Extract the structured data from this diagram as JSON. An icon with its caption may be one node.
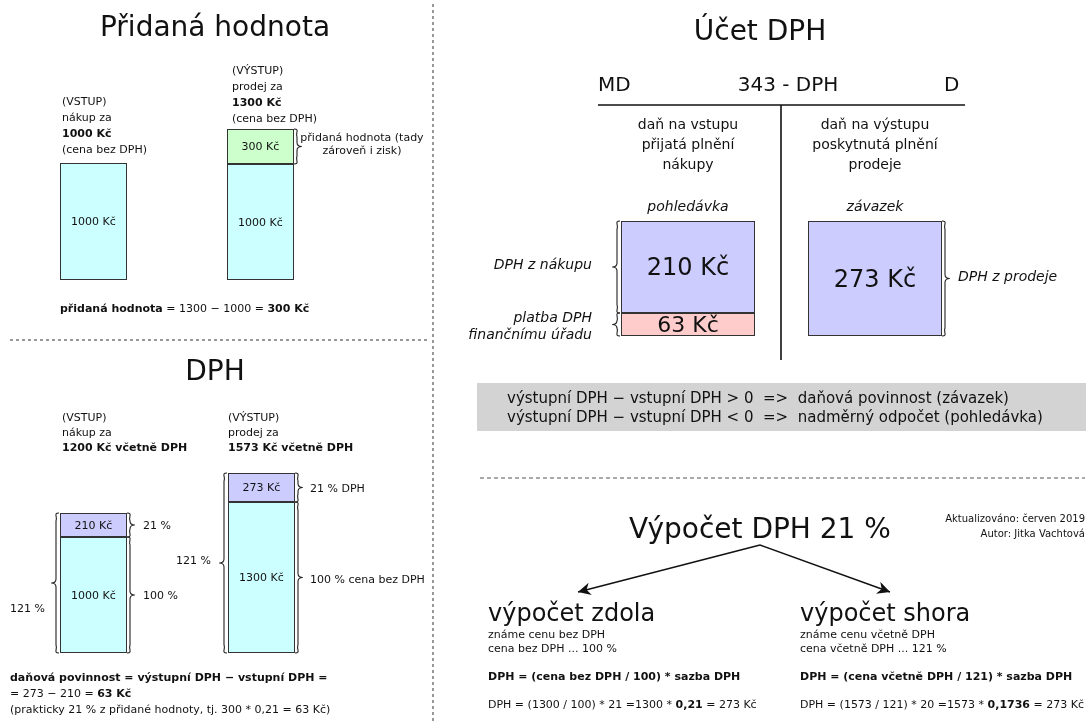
{
  "diagram": {
    "nodes": [
      {
        "text": [
          "1000 Kč"
        ]
      },
      {
        "text": [
          "300 Kč"
        ],
        "beside": [
          "přidaná hodnota (tady zároveň i zisk)"
        ]
      },
      {
        "text": [
          "1000 Kč"
        ]
      },
      {
        "text": [
          "210 Kč"
        ],
        "beside": [
          "21 %"
        ]
      },
      {
        "text": [
          "1000 Kč"
        ],
        "beside": [
          "100 %"
        ]
      },
      {
        "text": [
          "273 Kč"
        ],
        "beside": [
          "21 % DPH"
        ]
      },
      {
        "text": [
          "1300 Kč"
        ],
        "beside": [
          "100 % cena bez DPH"
        ]
      },
      {
        "text": [
          "210 Kč"
        ],
        "beside": [
          "DPH z nákupu"
        ]
      },
      {
        "text": [
          "63 Kč"
        ],
        "beside": [
          "platba DPH finančnímu úřadu"
        ]
      },
      {
        "text": [
          "273 Kč"
        ],
        "beside": [
          "DPH z prodeje"
        ]
      },
      {
        "text": [
          "výstupní DPH − vstupní DPH > 0  =>  daňová povinnost (závazek)",
          "výstupní DPH − vstupní DPH < 0  =>  nadměrný odpočet (pohledávka)"
        ]
      },
      {
        "text": [
          "Výpočet DPH 21 %"
        ]
      },
      {
        "text": [
          "výpočet zdola",
          "známe cenu bez DPH",
          "cena bez DPH ... 100 %",
          "DPH = (cena bez DPH / 100) * sazba DPH",
          "DPH = (1300 / 100) * 21 =1300 * **0,21** = 273 Kč"
        ]
      },
      {
        "text": [
          "výpočet shora",
          "známe cenu včetně DPH",
          "cena včetně DPH ... 121 %",
          "DPH = (cena včetně DPH / 121) * sazba DPH",
          "DPH = (1573 / 121) * 20 =1573 * **0,1736** = 273 Kč"
        ]
      }
    ],
    "edges": [
      {
        "from": 11,
        "to": 12,
        "arrow": "to"
      },
      {
        "from": 11,
        "to": 13,
        "arrow": "to"
      }
    ],
    "labels": [
      "Přidaná hodnota",
      "(VÝSTUP)",
      "prodej za",
      "1300 Kč",
      "(cena bez DPH)",
      "(VSTUP)",
      "nákup za",
      "1000 Kč",
      "(cena bez DPH)",
      "**přidaná hodnota** = 1300 − 1000 = **300 Kč**",
      "DPH",
      "(VSTUP)",
      "nákup za",
      "1200 Kč včetně DPH",
      "(VÝSTUP)",
      "prodej za",
      "1573 Kč včetně DPH",
      "121 %",
      "121 %",
      "daňová povinnost = výstupní DPH − vstupní DPH =",
      "= 273 − 210 = **63 Kč**",
      "(prakticky 21 % z přidané hodnoty, tj. 300 * 0,21 = 63 Kč)",
      "Účet DPH",
      "MD",
      "343 - DPH",
      "D",
      "daň na vstupu",
      "přijatá plnění",
      "nákupy",
      "daň na výstupu",
      "poskytnutá plnění",
      "prodeje",
      "pohledávka",
      "závazek",
      "Aktualizováno: červen 2019",
      "Autor: Jitka Vachtová"
    ]
  }
}
